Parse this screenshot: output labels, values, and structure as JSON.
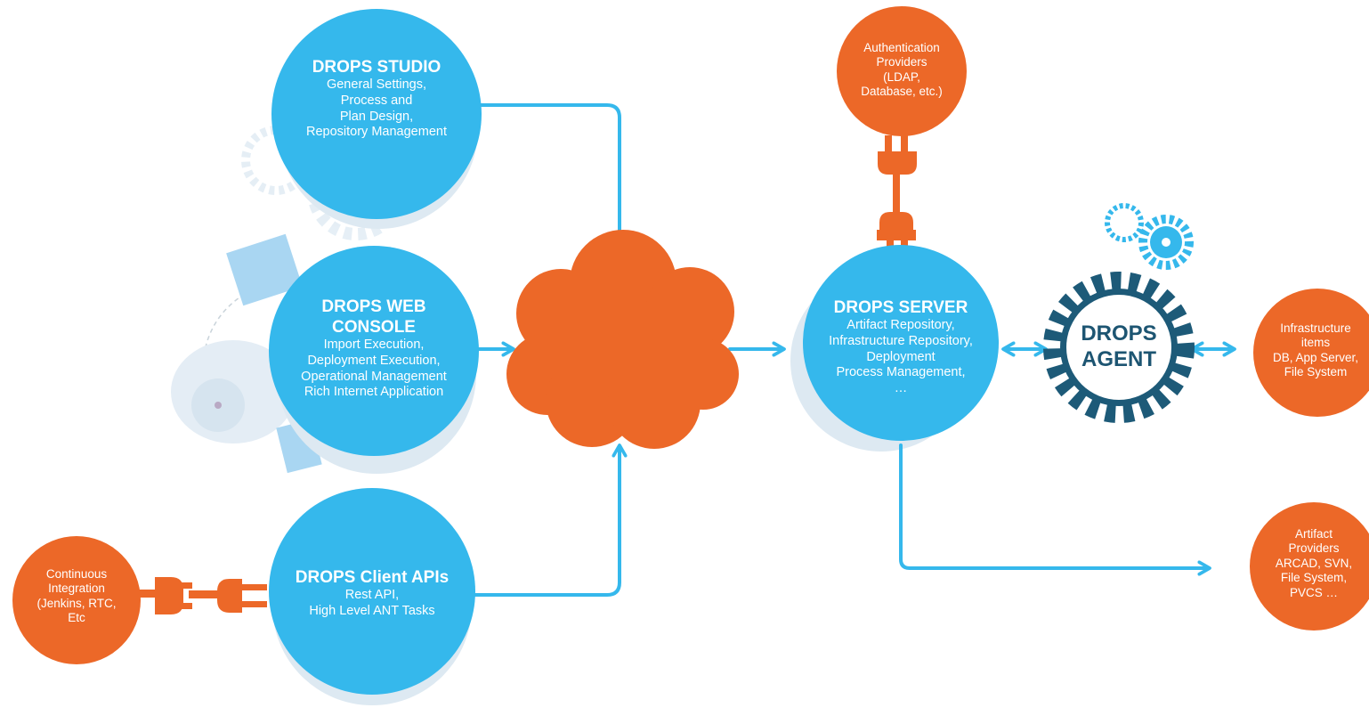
{
  "colors": {
    "blue": "#35b8ec",
    "orange": "#ec6828",
    "arrow": "#35b8ec",
    "gear_dark": "#1d5a78",
    "shadow": "#dde9f2"
  },
  "studio": {
    "title": "DROPS STUDIO",
    "lines": [
      "General Settings,",
      "Process and",
      "Plan Design,",
      "Repository Management"
    ]
  },
  "webconsole": {
    "title_lines": [
      "DROPS  WEB",
      "CONSOLE"
    ],
    "lines": [
      "Import Execution,",
      "Deployment Execution,",
      "Operational Management",
      "Rich Internet Application"
    ]
  },
  "clientapis": {
    "title": "DROPS Client APIs",
    "lines": [
      "Rest API,",
      "High Level ANT Tasks"
    ]
  },
  "ci": {
    "lines": [
      "Continuous",
      "Integration",
      "(Jenkins, RTC,",
      "Etc"
    ]
  },
  "auth": {
    "lines": [
      "Authentication",
      "Providers",
      "(LDAP,",
      "Database, etc.)"
    ]
  },
  "server": {
    "title": "DROPS SERVER",
    "lines": [
      "Artifact Repository,",
      "Infrastructure Repository,",
      "Deployment",
      "Process Management,",
      "…"
    ]
  },
  "agent": {
    "title_lines": [
      "DROPS",
      "AGENT"
    ]
  },
  "infra": {
    "lines": [
      "Infrastructure",
      "items",
      "DB, App Server,",
      "File System"
    ]
  },
  "artifact": {
    "lines": [
      "Artifact",
      "Providers",
      "ARCAD, SVN,",
      "File System,",
      "PVCS …"
    ]
  }
}
